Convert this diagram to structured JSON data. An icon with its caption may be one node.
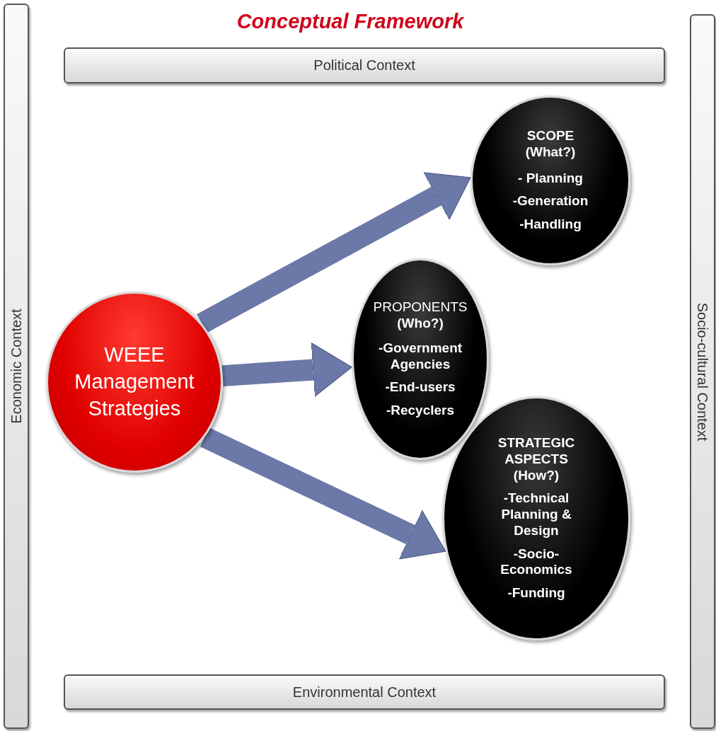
{
  "diagram": {
    "title": "Conceptual Framework",
    "nodes": [
      {
        "text": [
          "Political Context"
        ]
      },
      {
        "text": [
          "Economic Context"
        ]
      },
      {
        "text": [
          "Socio-cultural Context"
        ]
      },
      {
        "text": [
          "Environmental Context"
        ]
      },
      {
        "text": [
          "WEEE Management Strategies"
        ]
      },
      {
        "text": [
          "SCOPE",
          "(What?)",
          "- Planning",
          "-Generation",
          "-Handling"
        ]
      },
      {
        "text": [
          "PROPONENTS",
          "(Who?)",
          "-Government Agencies",
          "-End-users",
          "-Recyclers"
        ]
      },
      {
        "text": [
          "STRATEGIC ASPECTS",
          "(How?)",
          "-Technical Planning & Design",
          "-Socio-Economics",
          "-Funding"
        ]
      }
    ],
    "edges": [
      {
        "from": 4,
        "to": 5,
        "arrow": "to"
      },
      {
        "from": 4,
        "to": 6,
        "arrow": "to"
      },
      {
        "from": 4,
        "to": 7,
        "arrow": "to"
      }
    ]
  }
}
